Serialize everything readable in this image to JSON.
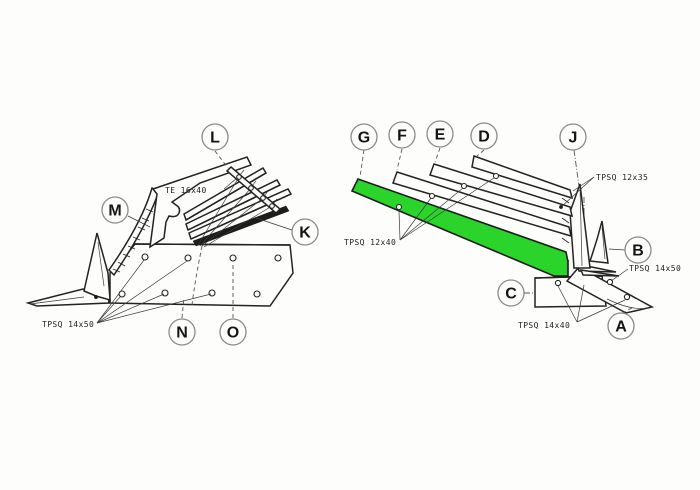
{
  "colors": {
    "highlight": "#2bd42b",
    "line": "#232323"
  },
  "left_view": {
    "name": "assembled plow bottom view",
    "labels": [
      {
        "letter": "L"
      },
      {
        "letter": "M"
      },
      {
        "letter": "K"
      },
      {
        "letter": "N"
      },
      {
        "letter": "O"
      }
    ],
    "specs": [
      {
        "text": "TE 16x40"
      },
      {
        "text": "TPSQ 14x50"
      }
    ]
  },
  "right_view": {
    "name": "exploded plow bottom view",
    "labels": [
      {
        "letter": "G"
      },
      {
        "letter": "F"
      },
      {
        "letter": "E"
      },
      {
        "letter": "D"
      },
      {
        "letter": "J"
      },
      {
        "letter": "B"
      },
      {
        "letter": "C"
      },
      {
        "letter": "A"
      }
    ],
    "specs": [
      {
        "text": "TPSQ 12x40"
      },
      {
        "text": "TPSQ 12x35"
      },
      {
        "text": "TPSQ 14x50"
      },
      {
        "text": "TPSQ 14x40"
      }
    ]
  }
}
